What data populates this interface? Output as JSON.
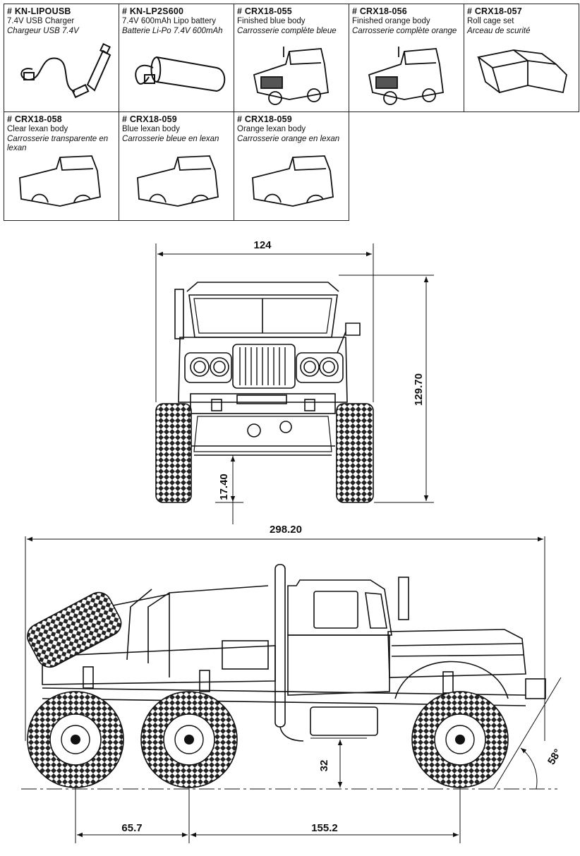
{
  "parts": [
    {
      "code": "# KN-LIPOUSB",
      "en": "7.4V USB Charger",
      "fr": "Chargeur USB 7.4V",
      "icon": "usb-charger-icon"
    },
    {
      "code": "# KN-LP2S600",
      "en": "7.4V 600mAh Lipo battery",
      "fr": "Batterie Li-Po 7.4V 600mAh",
      "icon": "battery-icon"
    },
    {
      "code": "# CRX18-055",
      "en": "Finished blue body",
      "fr": "Carrosserie complète bleue",
      "icon": "finished-body-icon"
    },
    {
      "code": "# CRX18-056",
      "en": "Finished orange body",
      "fr": "Carrosserie complète orange",
      "icon": "finished-body-icon"
    },
    {
      "code": "# CRX18-057",
      "en": "Roll cage set",
      "fr": "Arceau de scurité",
      "icon": "roll-cage-icon"
    },
    {
      "code": "# CRX18-058",
      "en": "Clear lexan body",
      "fr": "Carrosserie transparente en lexan",
      "icon": "lexan-body-icon"
    },
    {
      "code": "# CRX18-059",
      "en": "Blue lexan body",
      "fr": "Carrosserie bleue en lexan",
      "icon": "lexan-body-icon"
    },
    {
      "code": "# CRX18-059",
      "en": "Orange lexan body",
      "fr": "Carrosserie orange en lexan",
      "icon": "lexan-body-icon"
    }
  ],
  "dimensions": {
    "front_width": "124",
    "front_height": "129.70",
    "front_clearance": "17.40",
    "side_length": "298.20",
    "side_clearance": "32",
    "approach_angle": "58°",
    "axle_spacing_rear": "65.7",
    "wheelbase": "155.2"
  }
}
